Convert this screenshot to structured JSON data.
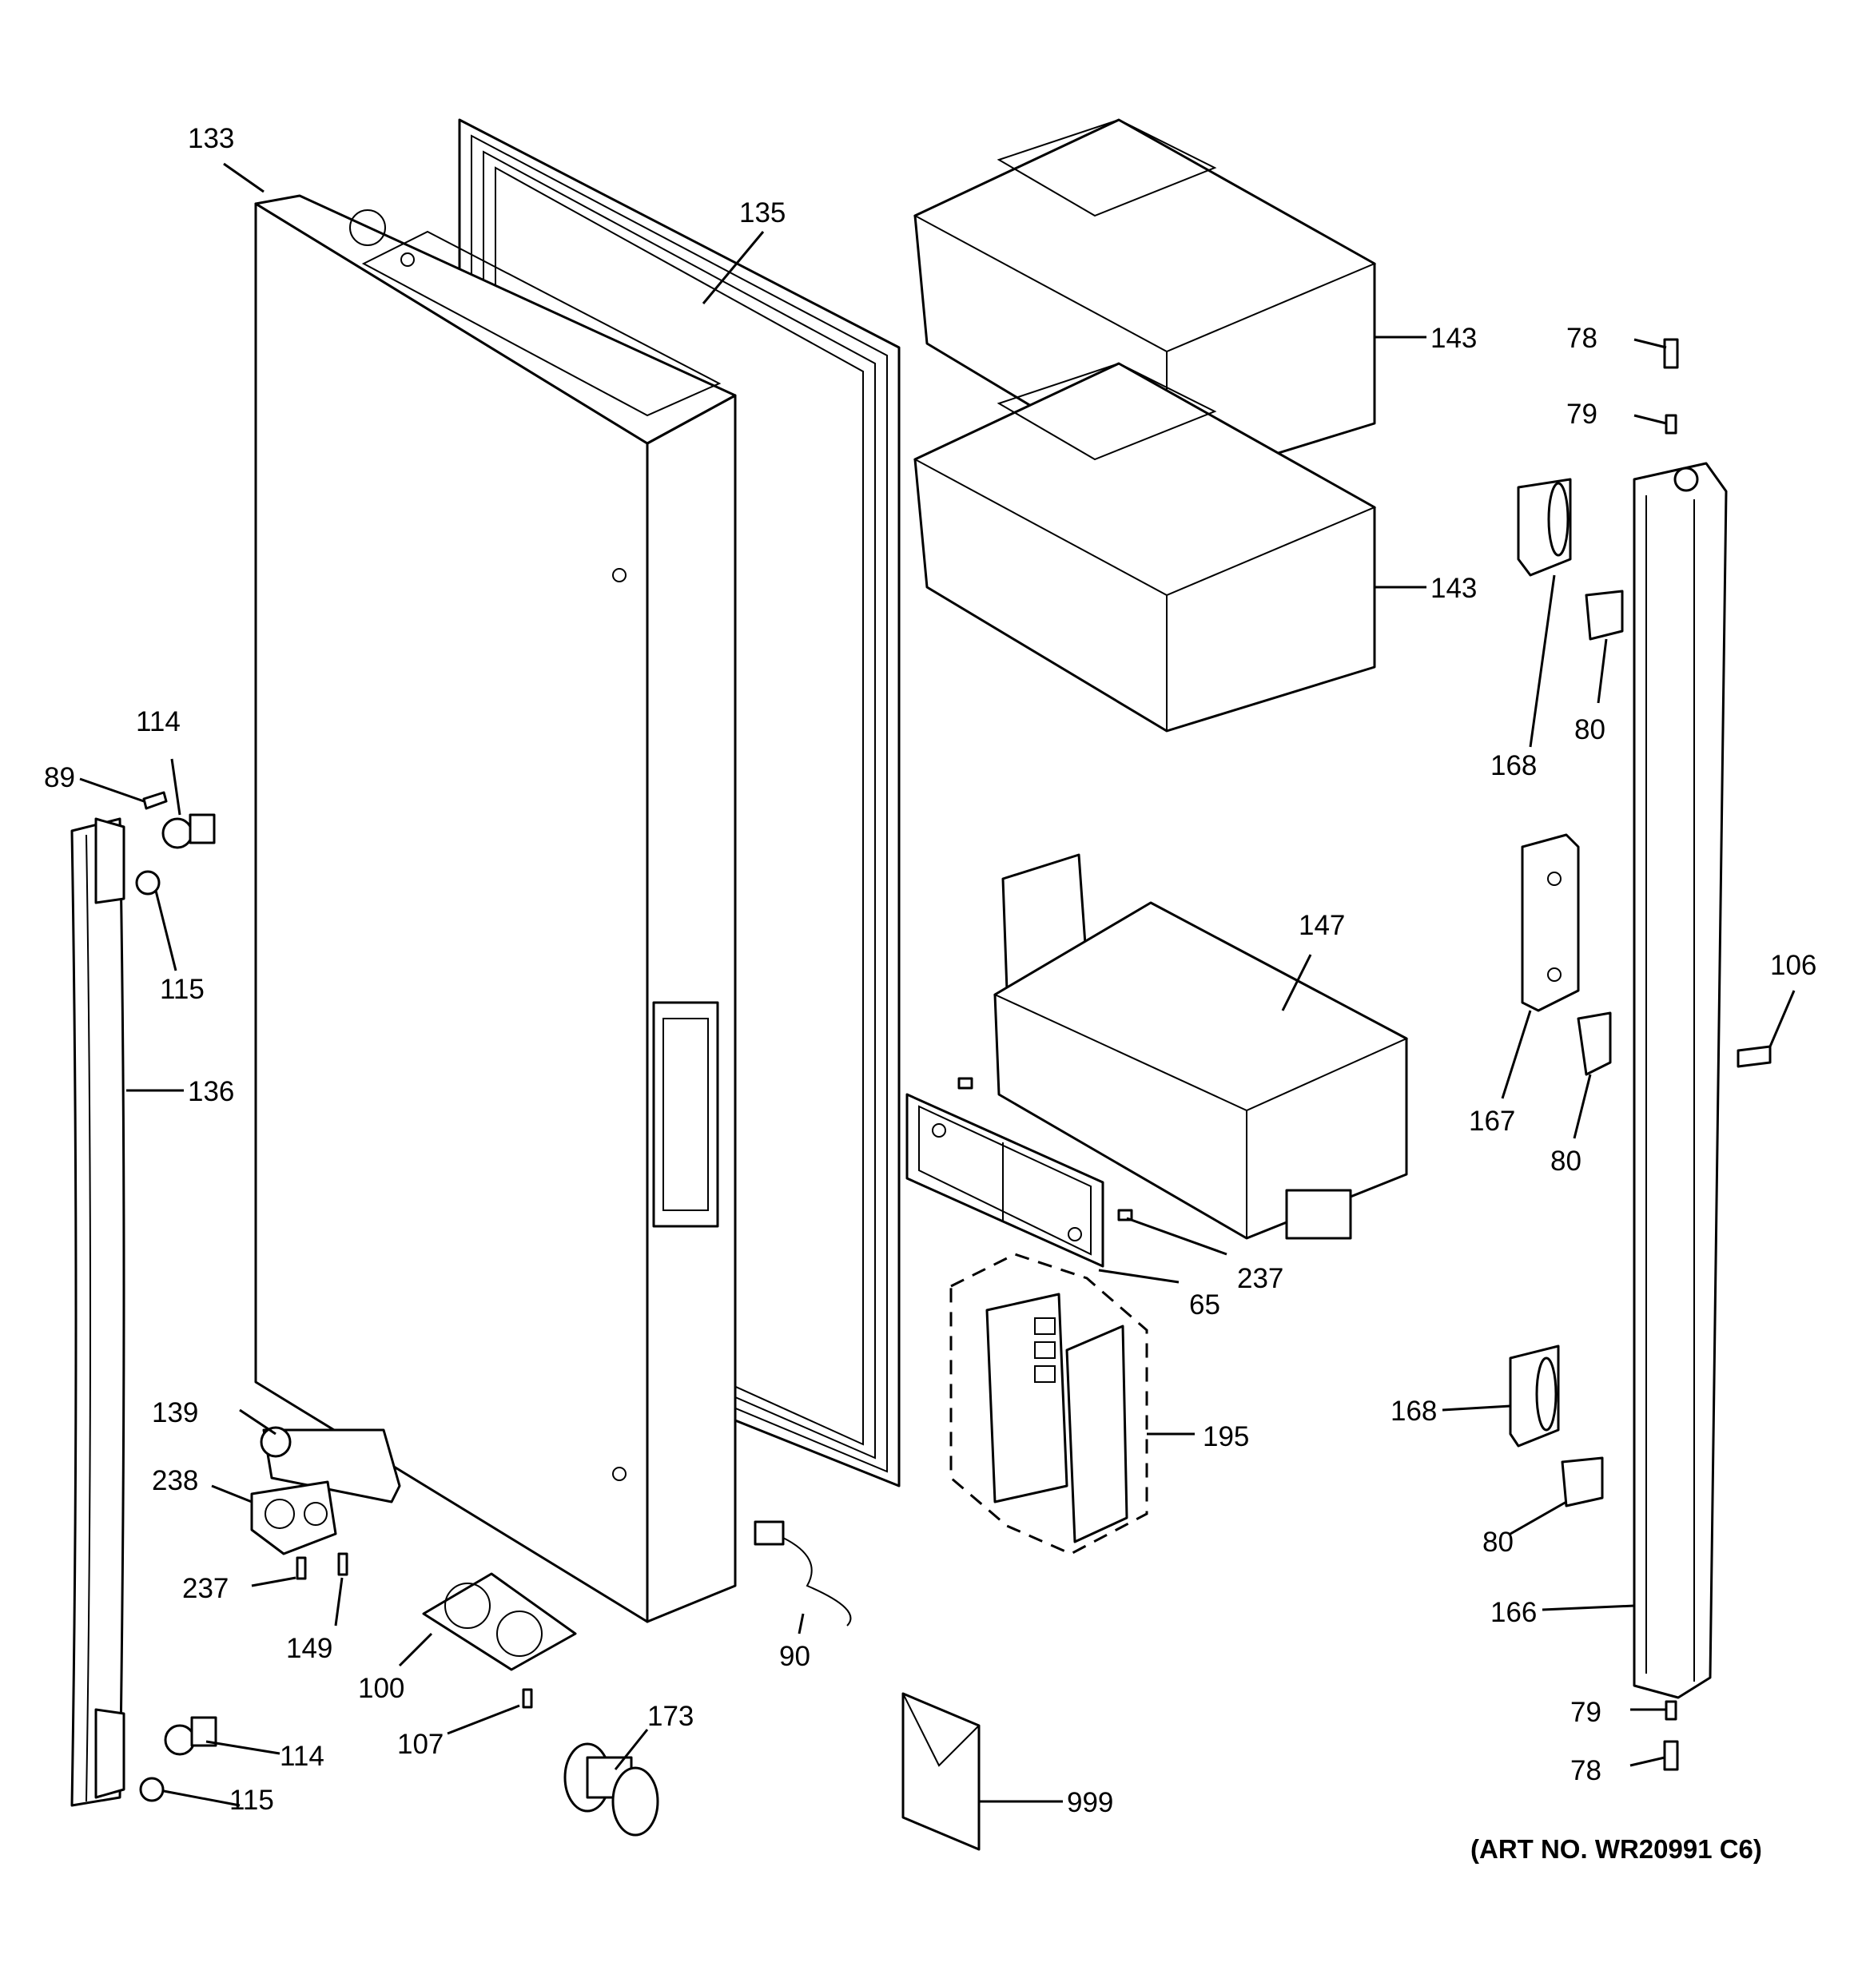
{
  "art_number": "(ART NO. WR20991 C6)",
  "callouts": [
    {
      "id": "c-133",
      "label": "133"
    },
    {
      "id": "c-135",
      "label": "135"
    },
    {
      "id": "c-143a",
      "label": "143"
    },
    {
      "id": "c-143b",
      "label": "143"
    },
    {
      "id": "c-78a",
      "label": "78"
    },
    {
      "id": "c-79a",
      "label": "79"
    },
    {
      "id": "c-168a",
      "label": "168"
    },
    {
      "id": "c-80a",
      "label": "80"
    },
    {
      "id": "c-114a",
      "label": "114"
    },
    {
      "id": "c-89",
      "label": "89"
    },
    {
      "id": "c-115a",
      "label": "115"
    },
    {
      "id": "c-147",
      "label": "147"
    },
    {
      "id": "c-106",
      "label": "106"
    },
    {
      "id": "c-136",
      "label": "136"
    },
    {
      "id": "c-167",
      "label": "167"
    },
    {
      "id": "c-80b",
      "label": "80"
    },
    {
      "id": "c-237a",
      "label": "237"
    },
    {
      "id": "c-65",
      "label": "65"
    },
    {
      "id": "c-139",
      "label": "139"
    },
    {
      "id": "c-195",
      "label": "195"
    },
    {
      "id": "c-168b",
      "label": "168"
    },
    {
      "id": "c-238",
      "label": "238"
    },
    {
      "id": "c-80c",
      "label": "80"
    },
    {
      "id": "c-237b",
      "label": "237"
    },
    {
      "id": "c-149",
      "label": "149"
    },
    {
      "id": "c-90",
      "label": "90"
    },
    {
      "id": "c-166",
      "label": "166"
    },
    {
      "id": "c-100",
      "label": "100"
    },
    {
      "id": "c-173",
      "label": "173"
    },
    {
      "id": "c-79b",
      "label": "79"
    },
    {
      "id": "c-107",
      "label": "107"
    },
    {
      "id": "c-114b",
      "label": "114"
    },
    {
      "id": "c-78b",
      "label": "78"
    },
    {
      "id": "c-115b",
      "label": "115"
    },
    {
      "id": "c-999",
      "label": "999"
    }
  ]
}
